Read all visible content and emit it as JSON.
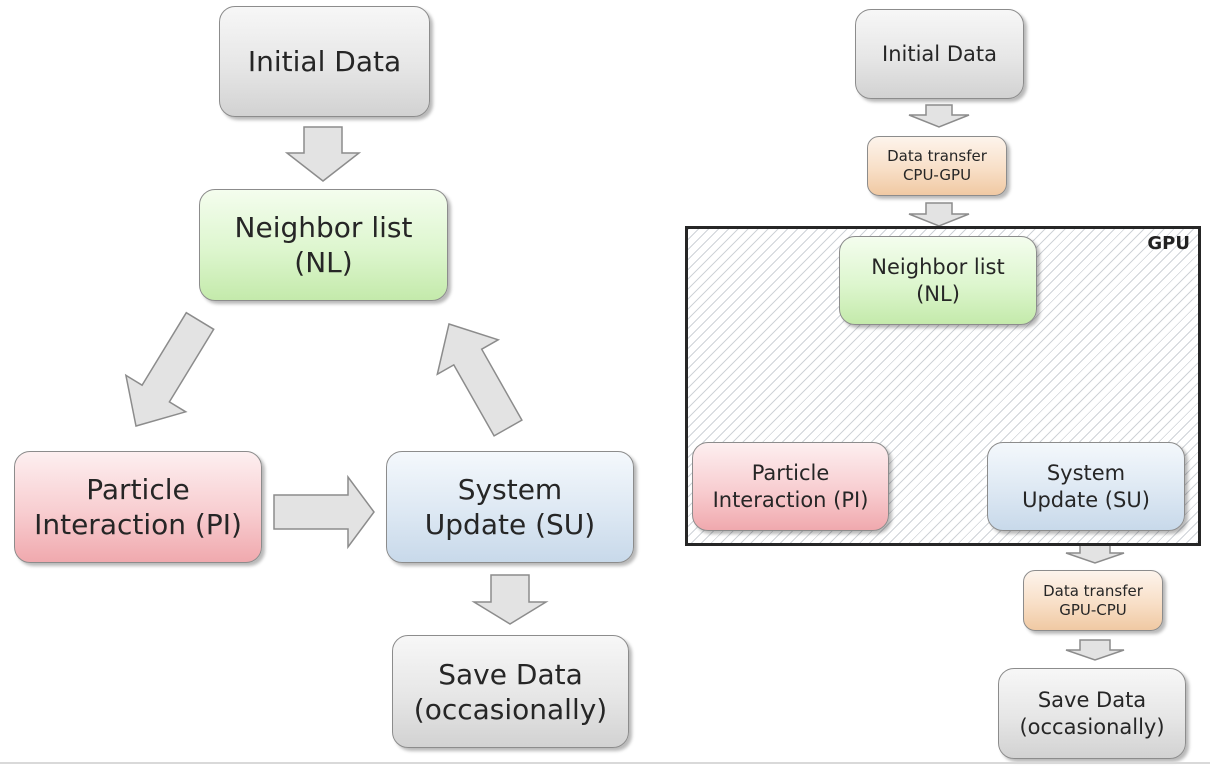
{
  "left_flow": {
    "initial": "Initial Data",
    "neighbor": "Neighbor list\n(NL)",
    "particle": "Particle\nInteraction (PI)",
    "system": "System\nUpdate (SU)",
    "save": "Save Data\n(occasionally)"
  },
  "right_flow": {
    "initial": "Initial Data",
    "transfer_in": "Data transfer\nCPU-GPU",
    "gpu_label": "GPU",
    "neighbor": "Neighbor list\n(NL)",
    "particle": "Particle\nInteraction (PI)",
    "system": "System\nUpdate (SU)",
    "transfer_out": "Data transfer\nGPU-CPU",
    "save": "Save Data\n(occasionally)"
  },
  "colors": {
    "gray": "#e6e6e6",
    "green": "#ddf6ce",
    "red": "#f8cdd0",
    "blue": "#dde8f3",
    "orange": "#f8dfc7",
    "arrow_fill": "#e3e3e3",
    "arrow_stroke": "#8c8c8c"
  }
}
